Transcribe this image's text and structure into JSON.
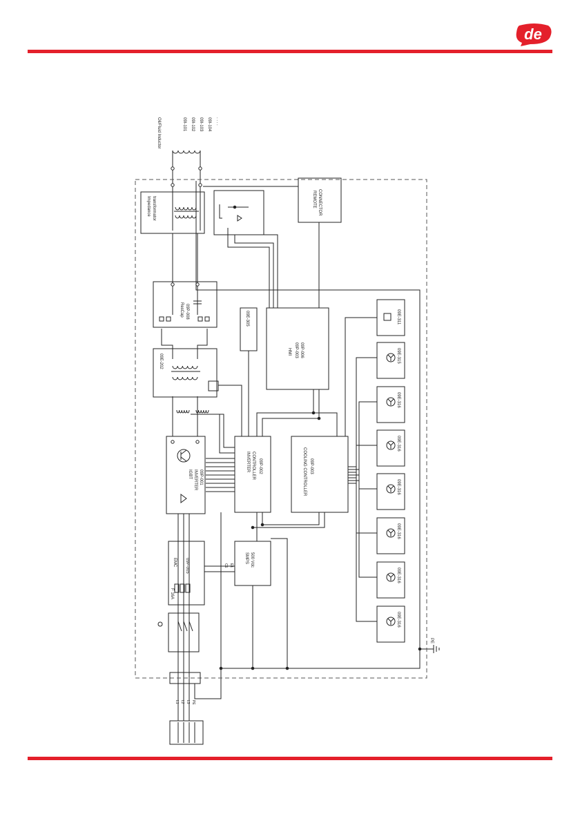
{
  "colors": {
    "accent": "#e4202b",
    "ink": "#222222",
    "frame": "#555555"
  },
  "logo": {
    "text": "de"
  },
  "diagram": {
    "output_note": "Oil/Fluid Inductor",
    "output_models": [
      "09I-101",
      "09I-102",
      "09I-103",
      "09I-104",
      ". . . ."
    ],
    "impedance_transformer": [
      "Impedance",
      "transformator"
    ],
    "rescap": [
      "ResCap",
      "09P-008"
    ],
    "transformer_202": "09E-202",
    "igbt_inverter": [
      "IGBT",
      "INVERTER",
      "09P-001"
    ],
    "emc": [
      "EMC",
      "09P-005"
    ],
    "fuse": "F 16A",
    "inverter_controller": [
      "INVERTER",
      "CONTROLLER",
      "09P-002"
    ],
    "cooling_controller": [
      "COOLING CONTROLLER",
      "09P-003"
    ],
    "smps": [
      "SMPS",
      "500 Vdc"
    ],
    "smps_terminals": [
      "C1",
      "E1"
    ],
    "hmi": [
      "HMI",
      "09P-003",
      "09P-006"
    ],
    "module_305": "09E-305",
    "remote_connector": [
      "REMOTE",
      "CONNECTOR"
    ],
    "sensor_311": "09E-311",
    "sensor_315": "09E-315",
    "fan_316": "09E-316",
    "supply_labels": [
      "L1",
      "L2",
      "L3",
      "PE"
    ],
    "pe_label": "PE"
  }
}
